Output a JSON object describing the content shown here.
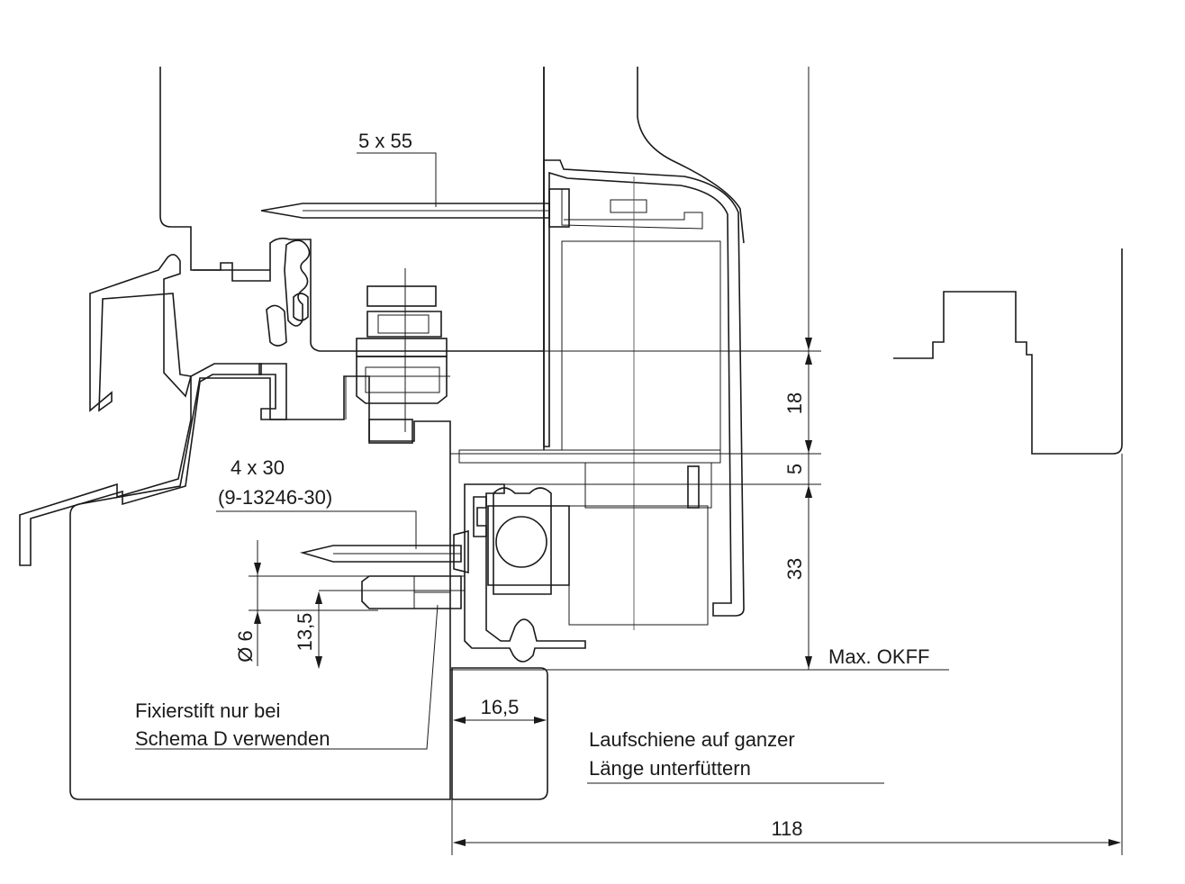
{
  "labels": {
    "screw_top": "5 x 55",
    "screw_mid_1": "4 x 30",
    "screw_mid_2": "(9-13246-30)",
    "dim_18": "18",
    "dim_5": "5",
    "dim_33": "33",
    "dim_d6": "Ø 6",
    "dim_13_5": "13,5",
    "max_okff": "Max. OKFF",
    "dim_16_5": "16,5",
    "dim_118": "118",
    "note_fixierstift_1": "Fixierstift nur bei",
    "note_fixierstift_2": "Schema D verwenden",
    "note_laufschiene_1": "Laufschiene auf ganzer",
    "note_laufschiene_2": "Länge unterfüttern"
  },
  "colors": {
    "line": "#1a1a1a",
    "background": "#ffffff"
  }
}
